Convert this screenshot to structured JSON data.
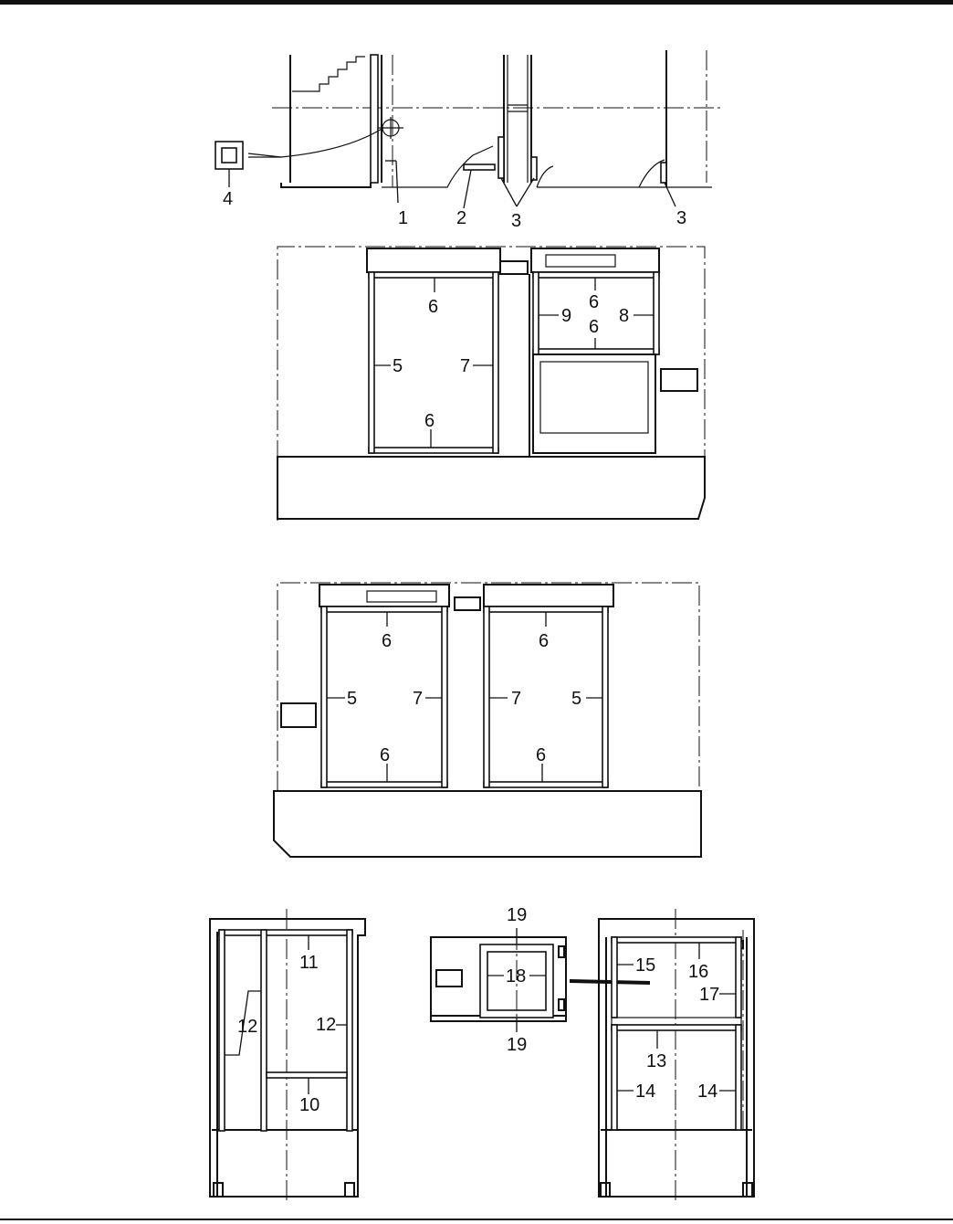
{
  "diagram": {
    "top_detail": {
      "labels": [
        "4",
        "1",
        "2",
        "3",
        "3"
      ]
    },
    "front_view": {
      "labels": [
        "6",
        "5",
        "7",
        "6",
        "6",
        "9",
        "6",
        "8"
      ]
    },
    "rear_view": {
      "labels": [
        "6",
        "5",
        "7",
        "6",
        "6",
        "7",
        "5",
        "6"
      ]
    },
    "left_end_view": {
      "labels": [
        "11",
        "12",
        "12",
        "10"
      ]
    },
    "control_box_view": {
      "labels": [
        "19",
        "18",
        "19"
      ]
    },
    "right_end_view": {
      "labels": [
        "15",
        "16",
        "17",
        "13",
        "14",
        "14"
      ]
    }
  },
  "colors": {
    "ink": "#111111",
    "insulation": "#ffffff",
    "paper": "#ffffff"
  }
}
